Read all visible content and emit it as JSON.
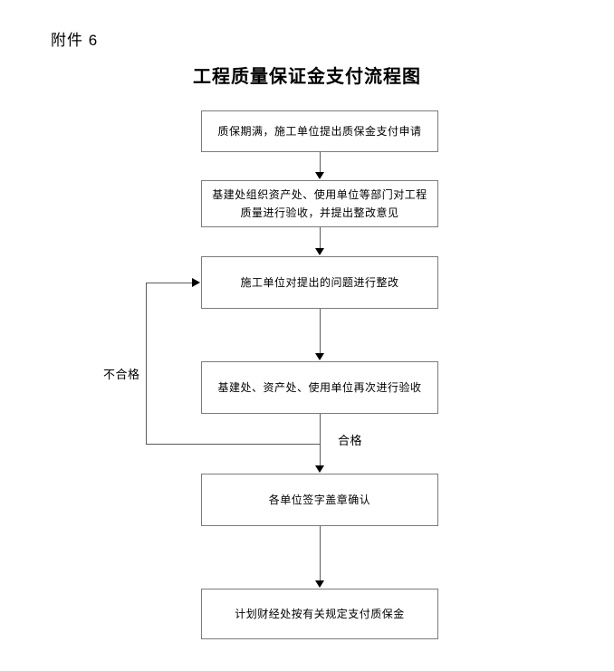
{
  "document": {
    "attachment_label": "附件 6",
    "title": "工程质量保证金支付流程图"
  },
  "flowchart": {
    "nodes": [
      {
        "id": "node-1",
        "text": "质保期满，施工单位提出质保金支付申请"
      },
      {
        "id": "node-2",
        "text": "基建处组织资产处、使用单位等部门对工程质量进行验收，并提出整改意见"
      },
      {
        "id": "node-3",
        "text": "施工单位对提出的问题进行整改"
      },
      {
        "id": "node-4",
        "text": "基建处、资产处、使用单位再次进行验收"
      },
      {
        "id": "node-5",
        "text": "各单位签字盖章确认"
      },
      {
        "id": "node-6",
        "text": "计划财经处按有关规定支付质保金"
      }
    ],
    "edge_labels": {
      "fail": "不合格",
      "pass": "合格"
    },
    "colors": {
      "box_border": "#7b7b7b",
      "connector": "#5a5a5a",
      "arrow": "#000000",
      "background": "#ffffff",
      "text": "#000000"
    }
  }
}
